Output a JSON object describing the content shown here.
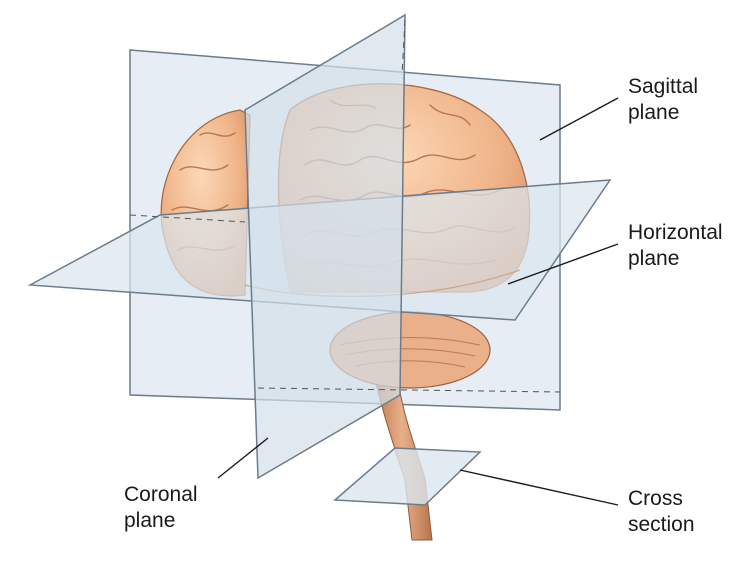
{
  "labels": {
    "sagittal": {
      "line1": "Sagittal",
      "line2": "plane"
    },
    "horizontal": {
      "line1": "Horizontal",
      "line2": "plane"
    },
    "coronal": {
      "line1": "Coronal",
      "line2": "plane"
    },
    "cross": {
      "line1": "Cross",
      "line2": "section"
    }
  },
  "colors": {
    "plane_fill": "#d7e3ee",
    "plane_edge": "#6b7c8c",
    "brain": "#f2b98f",
    "brain_dark": "#c9845c",
    "stem": "#d89a72"
  }
}
